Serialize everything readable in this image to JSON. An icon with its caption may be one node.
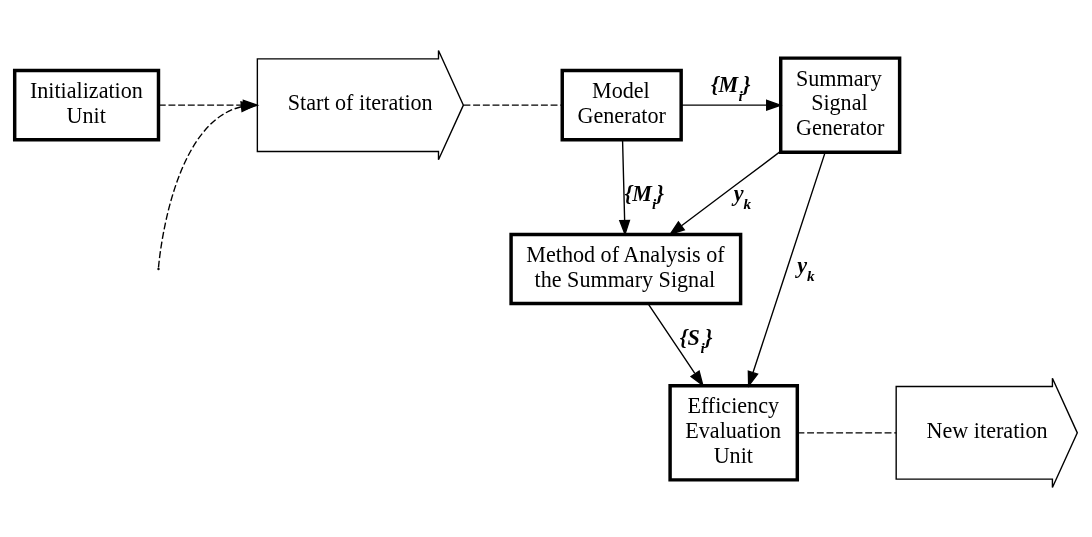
{
  "diagram": {
    "nodes": [
      {
        "text": [
          "Initialization Unit"
        ]
      },
      {
        "text": [
          "Start of iteration"
        ]
      },
      {
        "text": [
          "Model Generator"
        ]
      },
      {
        "text": [
          "Summary Signal Generator"
        ]
      },
      {
        "text": [
          "Method of Analysis of the Summary Signal"
        ]
      },
      {
        "text": [
          "Efficiency Evaluation Unit"
        ]
      },
      {
        "text": [
          "New iteration"
        ]
      }
    ],
    "edges": [
      {
        "from": 0,
        "to": 1,
        "arrow": "to",
        "style": "dashed"
      },
      {
        "from": null,
        "to": 1,
        "arrow": "to",
        "style": "dashed"
      },
      {
        "from": 1,
        "to": 2,
        "arrow": "none",
        "style": "dashed"
      },
      {
        "from": 2,
        "to": 3,
        "arrow": "to",
        "label": "{M$_{i}$}"
      },
      {
        "from": 2,
        "to": 4,
        "arrow": "to",
        "label": "{M$_{i}$}"
      },
      {
        "from": 3,
        "to": 4,
        "arrow": "to",
        "label": "y$_{k}$"
      },
      {
        "from": 3,
        "to": 5,
        "arrow": "to",
        "label": "y$_{k}$"
      },
      {
        "from": 4,
        "to": 5,
        "arrow": "to",
        "label": "{S$_{i}$}"
      },
      {
        "from": 5,
        "to": 6,
        "arrow": "none",
        "style": "dashed"
      }
    ]
  }
}
